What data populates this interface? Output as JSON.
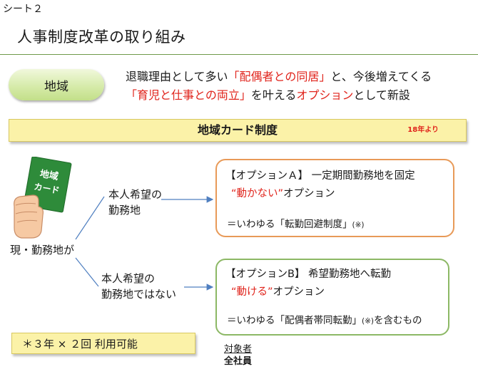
{
  "header": {
    "sheet_label": "シート２",
    "title": "人事制度改革の取り組み"
  },
  "region_badge": "地域",
  "intro": {
    "line1_pre": "退職理由として多い",
    "line1_red": "「配偶者との同居」",
    "line1_post": "と、今後増えてくる",
    "line2_red": "「育児と仕事との両立」",
    "line2_mid": "を叶える",
    "line2_red2": "オプション",
    "line2_post": "として新設"
  },
  "banner": {
    "title": "地域カード制度",
    "note": "18年より"
  },
  "card": {
    "line1": "地域",
    "line2": "カード"
  },
  "current_label": "現・勤務地が",
  "branch_a": {
    "line1": "本人希望の",
    "line2": "勤務地"
  },
  "branch_b": {
    "line1": "本人希望の",
    "line2": "勤務地ではない"
  },
  "option_a": {
    "title": "【オプションＡ】 一定期間勤務地を固定",
    "sub_red": "“動かない”",
    "sub_post": "オプション",
    "note_pre": "＝いわゆる「転勤回避制度」",
    "note_small": "(※)"
  },
  "option_b": {
    "title": "【オプションB】 希望勤務地へ転勤",
    "sub_red": "“動ける”",
    "sub_post": "オプション",
    "note_pre": "＝いわゆる「配偶者帯同転勤」",
    "note_small": "(※)",
    "note_post": "を含むもの"
  },
  "usage_note": "＊３年 × ２回 利用可能",
  "target": {
    "label": "対象者",
    "value": "全社員"
  },
  "colors": {
    "accent_red": "#e0231b",
    "option_a_border": "#e89a58",
    "option_b_border": "#8cb865",
    "banner_fill": "#fbf2a8",
    "card_green": "#2e8b3a",
    "arrow_blue": "#4f7fc0"
  }
}
